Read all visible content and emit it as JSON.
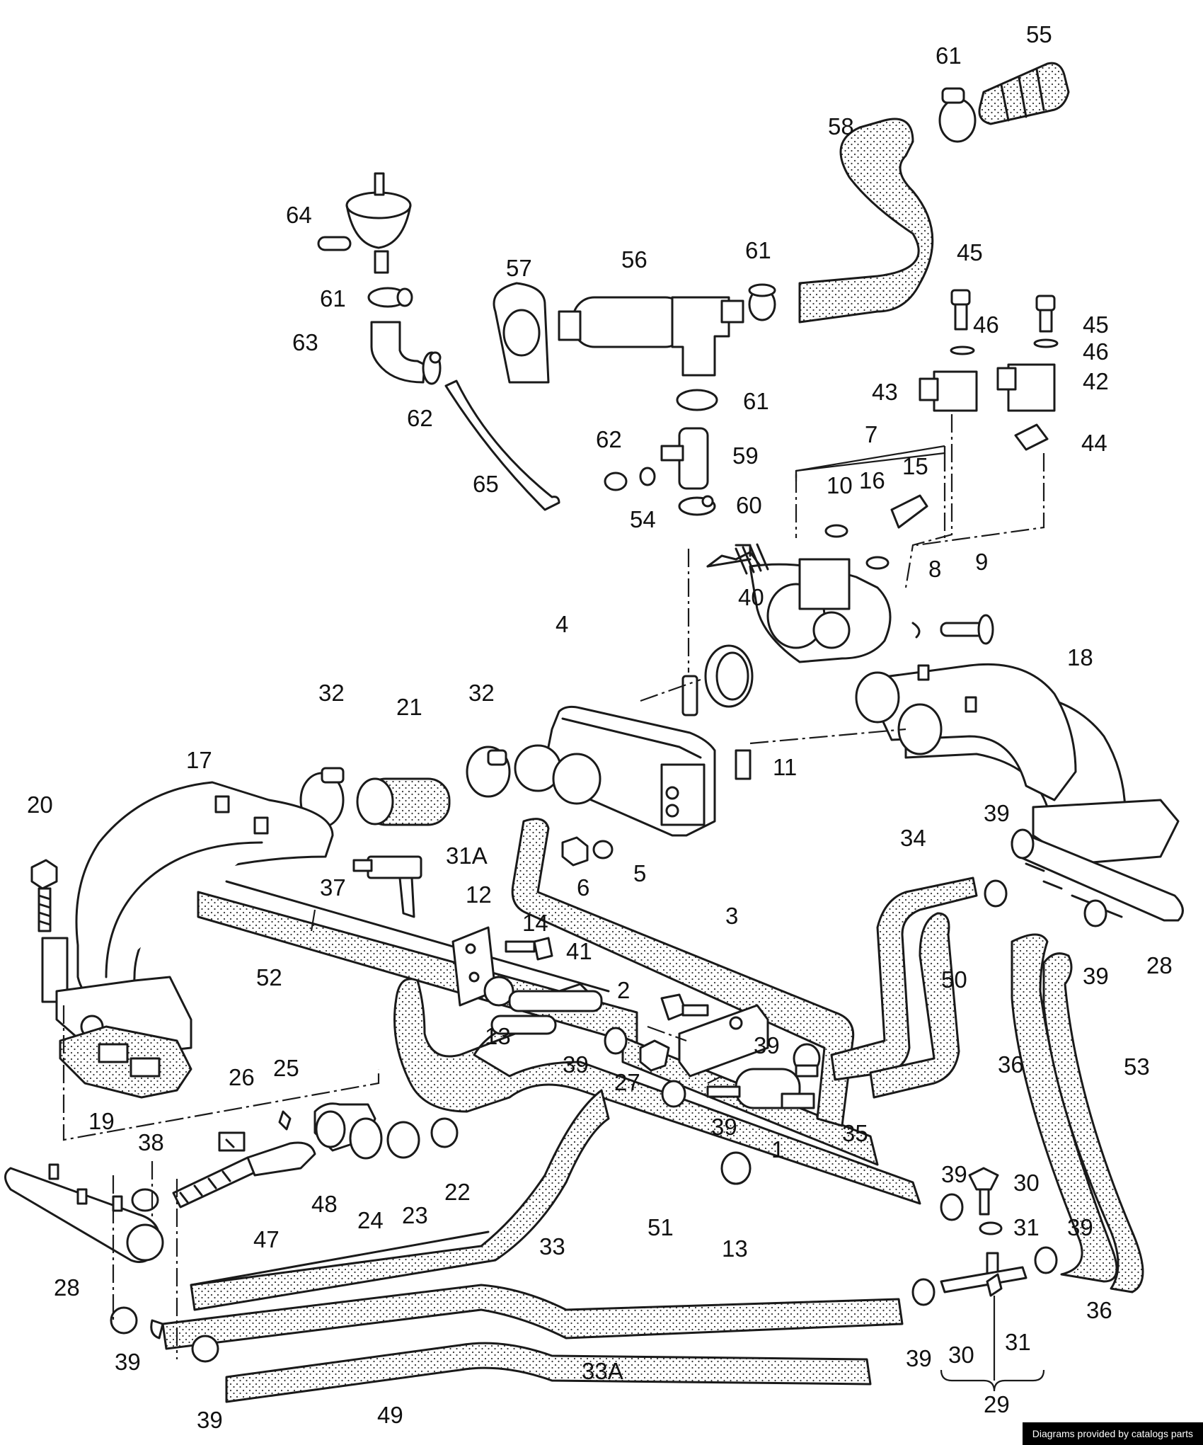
{
  "labels": [
    "1",
    "2",
    "3",
    "4",
    "5",
    "6",
    "7",
    "8",
    "9",
    "10",
    "11",
    "12",
    "13",
    "14",
    "15",
    "16",
    "17",
    "18",
    "19",
    "20",
    "21",
    "22",
    "23",
    "24",
    "25",
    "26",
    "27",
    "28",
    "29",
    "30",
    "31",
    "31A",
    "32",
    "33",
    "33A",
    "34",
    "35",
    "36",
    "37",
    "38",
    "39",
    "40",
    "41",
    "42",
    "43",
    "44",
    "45",
    "46",
    "47",
    "48",
    "49",
    "50",
    "51",
    "52",
    "53",
    "54",
    "55",
    "56",
    "57",
    "58",
    "59",
    "60",
    "61",
    "62",
    "63",
    "64",
    "65"
  ],
  "footer": {
    "text": "Diagrams provided by catalogs parts"
  },
  "colors": {
    "ink": "#1a1a1a",
    "paper": "#ffffff",
    "badge": "#000000"
  }
}
